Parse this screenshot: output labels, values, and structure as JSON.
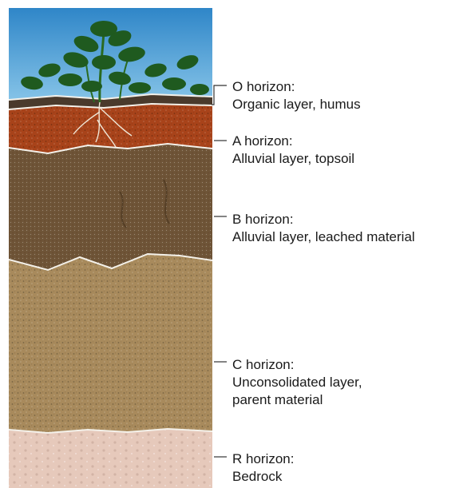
{
  "horizons": [
    {
      "id": "o",
      "title": "O horizon:",
      "desc": [
        "Organic layer, humus"
      ],
      "color": "#4a3a2c"
    },
    {
      "id": "a",
      "title": "A horizon:",
      "desc": [
        "Alluvial layer, topsoil"
      ],
      "color": "#a8431a"
    },
    {
      "id": "b",
      "title": "B horizon:",
      "desc": [
        "Alluvial layer, leached material"
      ],
      "color": "#6e5437"
    },
    {
      "id": "c",
      "title": "C horizon:",
      "desc": [
        "Unconsolidated layer,",
        "parent material"
      ],
      "color": "#a88a5c"
    },
    {
      "id": "r",
      "title": "R horizon:",
      "desc": [
        "Bedrock"
      ],
      "color": "#e6c9bb"
    }
  ],
  "sky_color": "#3c9bd6",
  "plant_color": "#1f5a1f"
}
